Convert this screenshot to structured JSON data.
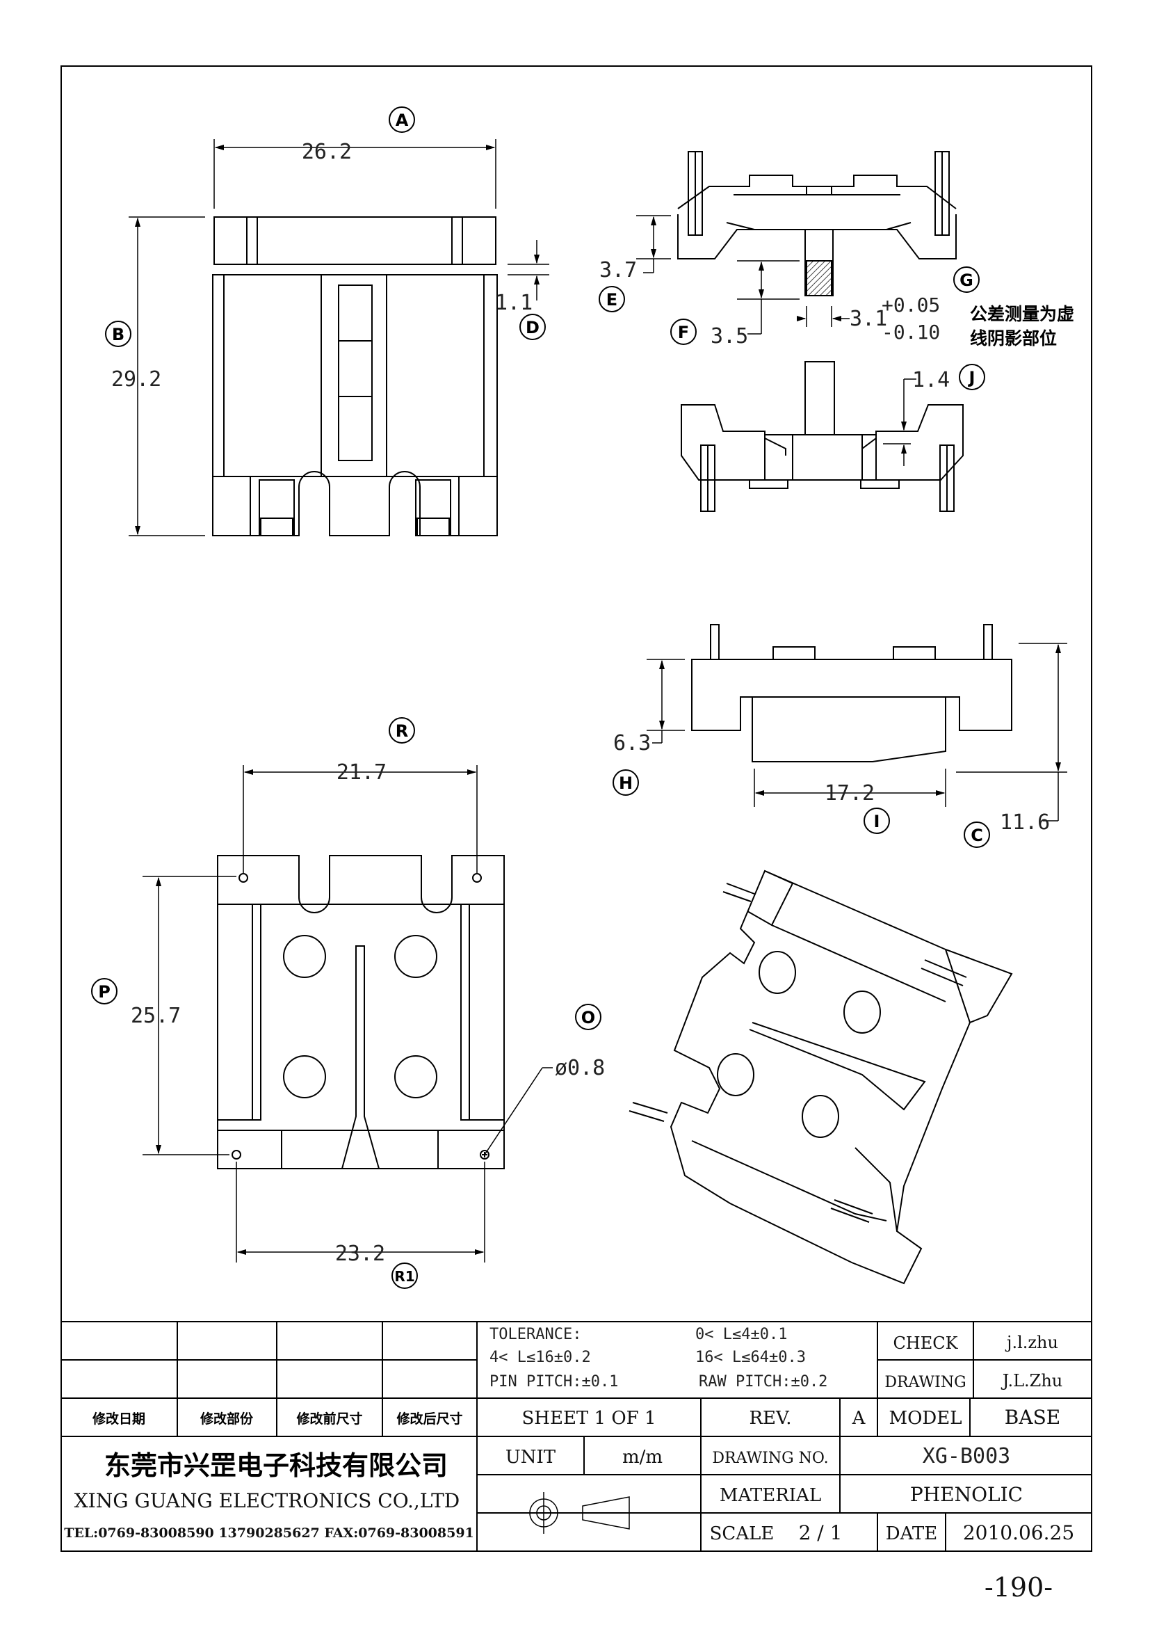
{
  "labels": {
    "A": "A",
    "B": "B",
    "C": "C",
    "D": "D",
    "E": "E",
    "F": "F",
    "G": "G",
    "H": "H",
    "I": "I",
    "J": "J",
    "O": "O",
    "P": "P",
    "R": "R",
    "R1": "R1"
  },
  "dimensions": {
    "A": "26.2",
    "B": "29.2",
    "D": "1.1",
    "E": "3.7",
    "F": "3.5",
    "G_nominal": "3.1",
    "G_plus": "+0.05",
    "G_minus": "-0.10",
    "J": "1.4",
    "H": "6.3",
    "I": "17.2",
    "C": "11.6",
    "R": "21.7",
    "P": "25.7",
    "R1": "23.2",
    "O": "ø0.8"
  },
  "notes": {
    "tolerance_line1": "公差测量为虚",
    "tolerance_line2": "线阴影部位"
  },
  "title_block": {
    "tolerance_label": "TOLERANCE:",
    "tol_1": "0< L≤4±0.1",
    "tol_2": "4< L≤16±0.2",
    "tol_3": "16< L≤64±0.3",
    "pin_pitch": "PIN PITCH:±0.1",
    "raw_pitch": "RAW PITCH:±0.2",
    "check_label": "CHECK",
    "check_value": "j.l.zhu",
    "drawing_label": "DRAWING",
    "drawing_value": "J.L.Zhu",
    "rev_col1": "修改日期",
    "rev_col2": "修改部份",
    "rev_col3": "修改前尺寸",
    "rev_col4": "修改后尺寸",
    "sheet": "SHEET 1 OF 1",
    "rev_label": "REV.",
    "rev_value": "A",
    "model_label": "MODEL",
    "model_value": "BASE",
    "company_cn": "东莞市兴罡电子科技有限公司",
    "company_en": "XING GUANG ELECTRONICS CO.,LTD",
    "contact": "TEL:0769-83008590 13790285627 FAX:0769-83008591",
    "unit_label": "UNIT",
    "unit_value": "m/m",
    "drawing_no_label": "DRAWING NO.",
    "drawing_no_value": "XG-B003",
    "material_label": "MATERIAL",
    "material_value": "PHENOLIC",
    "scale_label": "SCALE",
    "scale_value": "2 / 1",
    "date_label": "DATE",
    "date_value": "2010.06.25"
  },
  "page_number": "-190-"
}
